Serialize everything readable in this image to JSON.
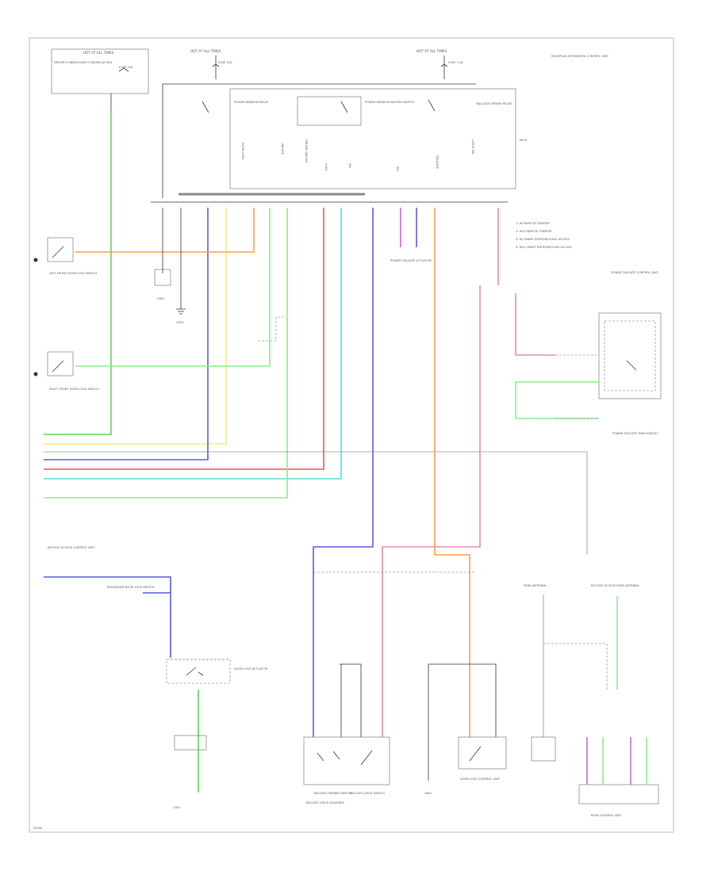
{
  "colors": {
    "orange": "#ffa040",
    "green": "#55dd55",
    "light_green": "#88ee88",
    "yellow": "#f2f266",
    "blue": "#5a5aee",
    "red": "#ee5555",
    "cyan": "#55dddd",
    "pink": "#ee88aa",
    "magenta": "#cc66dd",
    "gray": "#999999"
  },
  "labels": {
    "hot_all_times_tl": "HOT AT ALL TIMES",
    "hot_all_times_mid": "HOT AT ALL TIMES",
    "hot_all_times_tr": "HOT AT ALL TIMES",
    "fuse_a": "FUSE 20A",
    "fuse_b": "FUSE 10A",
    "fuse_c": "FUSE 7.5A",
    "underhood_box": "DRIVER'S UNDER-DASH FUSE/RELAY BOX",
    "fuse_top_right": "MULTIPLEX INTEGRATED CONTROL UNIT",
    "power_window_relay": "POWER WINDOW RELAY",
    "power_window_main_sw": "POWER WINDOW MASTER SWITCH",
    "tailgate_relay": "TAILGATE OPENER RELAY",
    "micu": "MICU",
    "left_door": "LEFT FRONT DOOR LOCK SWITCH",
    "right_door": "RIGHT FRONT DOOR LOCK SWITCH",
    "g401": "G401",
    "g502": "G502",
    "legend_1": "1: W/ REMOTE STARTER",
    "legend_2": "2: W/O REMOTE STARTER",
    "legend_3": "3: W/ SMART ENTRY/KEYLESS ACCESS",
    "legend_4": "4: W/O SMART ENTRY/KEYLESS ACCESS",
    "tailgate_actuator": "POWER TAILGATE ACTUATOR",
    "power_tailgate_cu": "POWER TAILGATE CONTROL UNIT",
    "power_tailgate_sw": "POWER TAILGATE MAIN SWITCH",
    "keyless_unit": "KEYLESS ACCESS CONTROL UNIT",
    "passenger_door": "PASSENGER DOOR LOCK SWITCH",
    "lock_actuator": "DOOR LOCK ACTUATOR",
    "tailgate_open_sw": "TAILGATE OPENER SWITCH",
    "tailgate_latch": "TAILGATE LATCH SWITCH",
    "tailgate_assembly": "TAILGATE LATCH ASSEMBLY",
    "door_lock_cu": "DOOR LOCK CONTROL UNIT",
    "rear_antenna": "REAR ANTENNA",
    "keyless_rear": "KEYLESS ACCESS REAR ANTENNA",
    "rear_control": "REAR CONTROL UNIT",
    "g301": "G301",
    "g601": "G601",
    "page_id": "F0000"
  }
}
